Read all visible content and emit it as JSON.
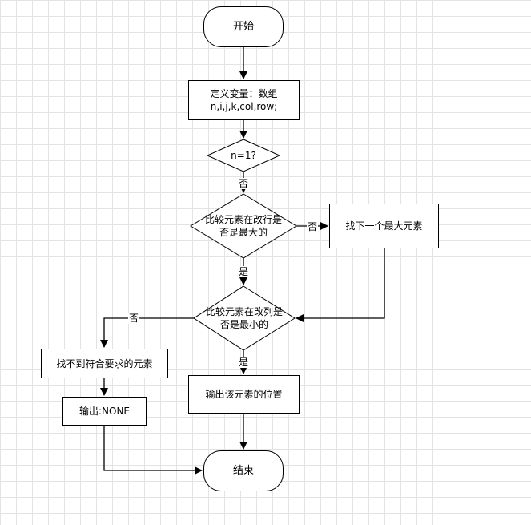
{
  "nodes": {
    "start": "开始",
    "define_line1": "定义变量：数组",
    "define_line2": "n,i,j,k,col,row;",
    "decision_n": "n=1?",
    "decision_row_line1": "比较元素在改行是",
    "decision_row_line2": "否是最大的",
    "next_max": "找下一个最大元素",
    "decision_col_line1": "比较元素在改列是",
    "decision_col_line2": "否是最小的",
    "not_found": "找不到符合要求的元素",
    "output_none": "输出:NONE",
    "output_pos": "输出该元素的位置",
    "end": "结束"
  },
  "edge_labels": {
    "n_no": "否",
    "row_yes": "是",
    "row_no": "否",
    "col_no": "否",
    "col_yes": "是"
  }
}
